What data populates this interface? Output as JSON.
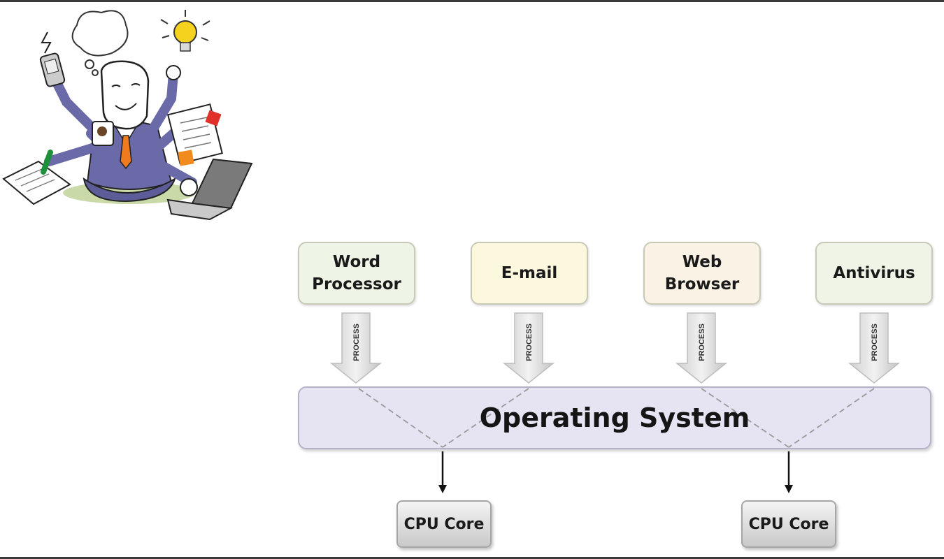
{
  "diagram": {
    "applications": [
      {
        "label": "Word\nProcessor",
        "color": "#eef5e6"
      },
      {
        "label": "E-mail",
        "color": "#fbf8de"
      },
      {
        "label": "Web\nBrowser",
        "color": "#fbf2e6"
      },
      {
        "label": "Antivirus",
        "color": "#f0f4e6"
      }
    ],
    "process_label": "PROCESS",
    "os_label": "Operating System",
    "cpu_cores": [
      "CPU Core",
      "CPU Core"
    ]
  }
}
